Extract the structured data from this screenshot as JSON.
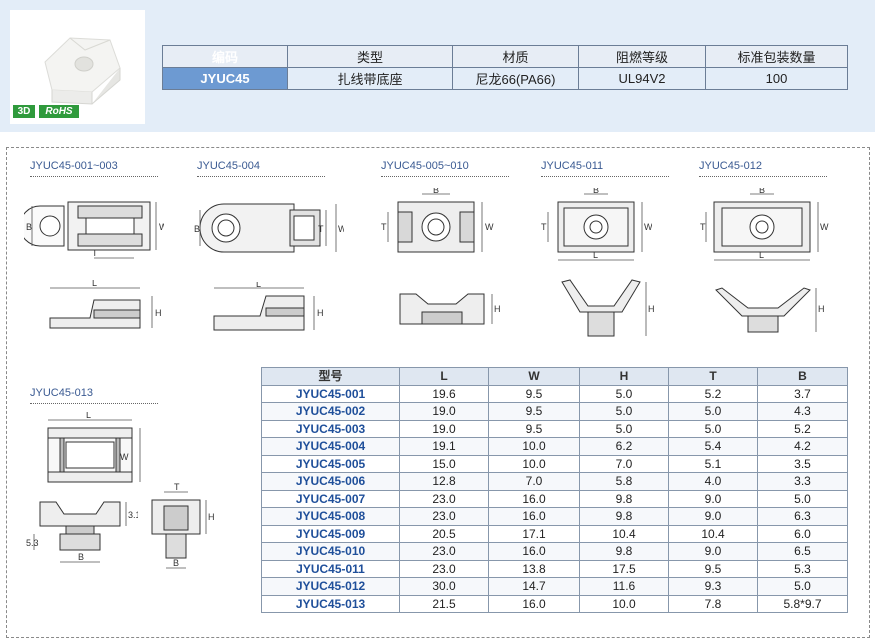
{
  "product": {
    "badges": [
      "3D",
      "RoHS"
    ],
    "spec_headers": [
      "编码",
      "类型",
      "材质",
      "阻燃等级",
      "标准包装数量"
    ],
    "spec_values": [
      "JYUC45",
      "扎线带底座",
      "尼龙66(PA66)",
      "UL94V2",
      "100"
    ]
  },
  "drawings": {
    "labels": [
      "JYUC45-001~003",
      "JYUC45-004",
      "JYUC45-005~010",
      "JYUC45-011",
      "JYUC45-012",
      "JYUC45-013"
    ],
    "dims": {
      "L": "L",
      "W": "W",
      "H": "H",
      "T": "T",
      "B": "B",
      "d53": "5.3",
      "d31": "3.1"
    }
  },
  "table": {
    "headers": [
      "型号",
      "L",
      "W",
      "H",
      "T",
      "B"
    ],
    "rows": [
      [
        "JYUC45-001",
        "19.6",
        "9.5",
        "5.0",
        "5.2",
        "3.7"
      ],
      [
        "JYUC45-002",
        "19.0",
        "9.5",
        "5.0",
        "5.0",
        "4.3"
      ],
      [
        "JYUC45-003",
        "19.0",
        "9.5",
        "5.0",
        "5.0",
        "5.2"
      ],
      [
        "JYUC45-004",
        "19.1",
        "10.0",
        "6.2",
        "5.4",
        "4.2"
      ],
      [
        "JYUC45-005",
        "15.0",
        "10.0",
        "7.0",
        "5.1",
        "3.5"
      ],
      [
        "JYUC45-006",
        "12.8",
        "7.0",
        "5.8",
        "4.0",
        "3.3"
      ],
      [
        "JYUC45-007",
        "23.0",
        "16.0",
        "9.8",
        "9.0",
        "5.0"
      ],
      [
        "JYUC45-008",
        "23.0",
        "16.0",
        "9.8",
        "9.0",
        "6.3"
      ],
      [
        "JYUC45-009",
        "20.5",
        "17.1",
        "10.4",
        "10.4",
        "6.0"
      ],
      [
        "JYUC45-010",
        "23.0",
        "16.0",
        "9.8",
        "9.0",
        "6.5"
      ],
      [
        "JYUC45-011",
        "23.0",
        "13.8",
        "17.5",
        "9.5",
        "5.3"
      ],
      [
        "JYUC45-012",
        "30.0",
        "14.7",
        "11.6",
        "9.3",
        "5.0"
      ],
      [
        "JYUC45-013",
        "21.5",
        "16.0",
        "10.0",
        "7.8",
        "5.8*9.7"
      ]
    ]
  },
  "colors": {
    "accent": "#6d9ad2",
    "band": "#e3edf8",
    "badge": "#2f9a3c"
  }
}
